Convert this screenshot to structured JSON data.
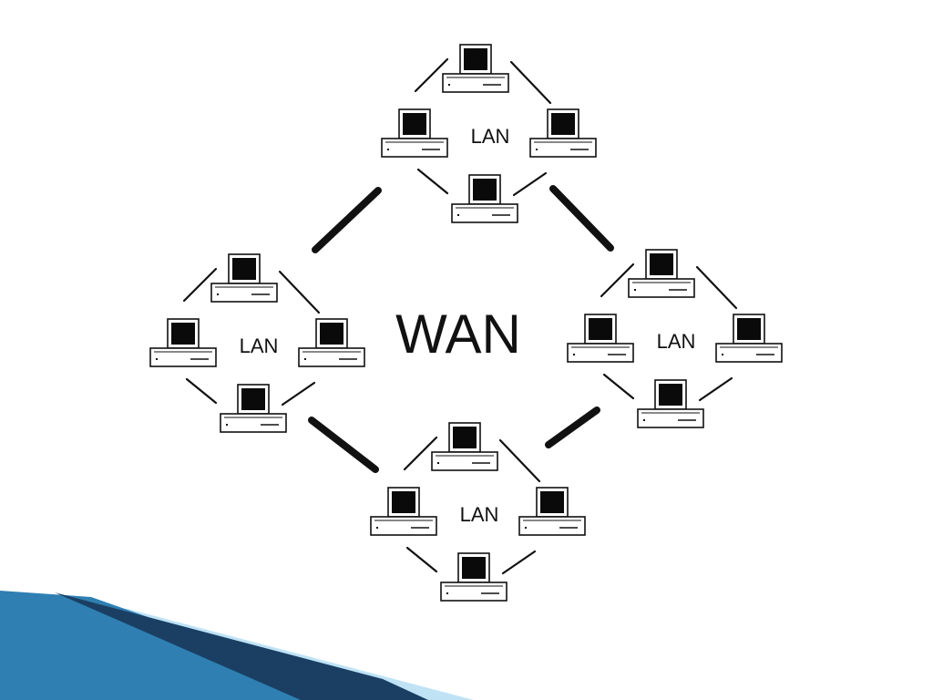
{
  "diagram": {
    "center_label": "WAN",
    "clusters": [
      {
        "id": "top",
        "label": "LAN",
        "computer_count": 4
      },
      {
        "id": "left",
        "label": "LAN",
        "computer_count": 4
      },
      {
        "id": "right",
        "label": "LAN",
        "computer_count": 4
      },
      {
        "id": "bottom",
        "label": "LAN",
        "computer_count": 4
      }
    ],
    "wan_links": [
      {
        "from": "top",
        "to": "left"
      },
      {
        "from": "top",
        "to": "right"
      },
      {
        "from": "left",
        "to": "bottom"
      },
      {
        "from": "right",
        "to": "bottom"
      }
    ]
  },
  "theme": {
    "ink": "#111111",
    "screen": "#0a0a0a",
    "accent_dark": "#1b3f63",
    "accent_mid": "#2f7fb2",
    "accent_light": "#bfe3f5"
  }
}
